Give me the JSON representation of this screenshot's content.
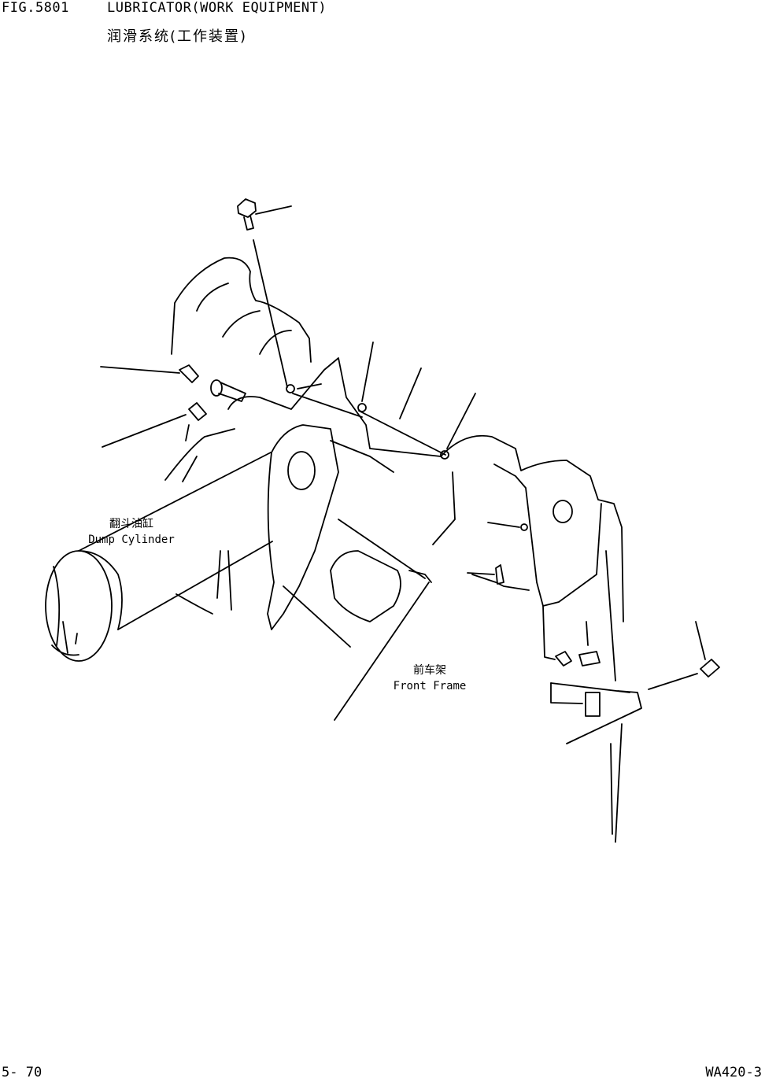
{
  "header": {
    "fig_number": "FIG.5801",
    "title_en": "LUBRICATOR(WORK EQUIPMENT)",
    "title_zh": "润滑系统(工作装置)"
  },
  "labels": {
    "dump_cylinder_zh": "翻斗油缸",
    "dump_cylinder_en": "Dump Cylinder",
    "front_frame_zh": "前车架",
    "front_frame_en": "Front Frame"
  },
  "footer": {
    "page_number": "5- 70",
    "model": "WA420-3"
  }
}
